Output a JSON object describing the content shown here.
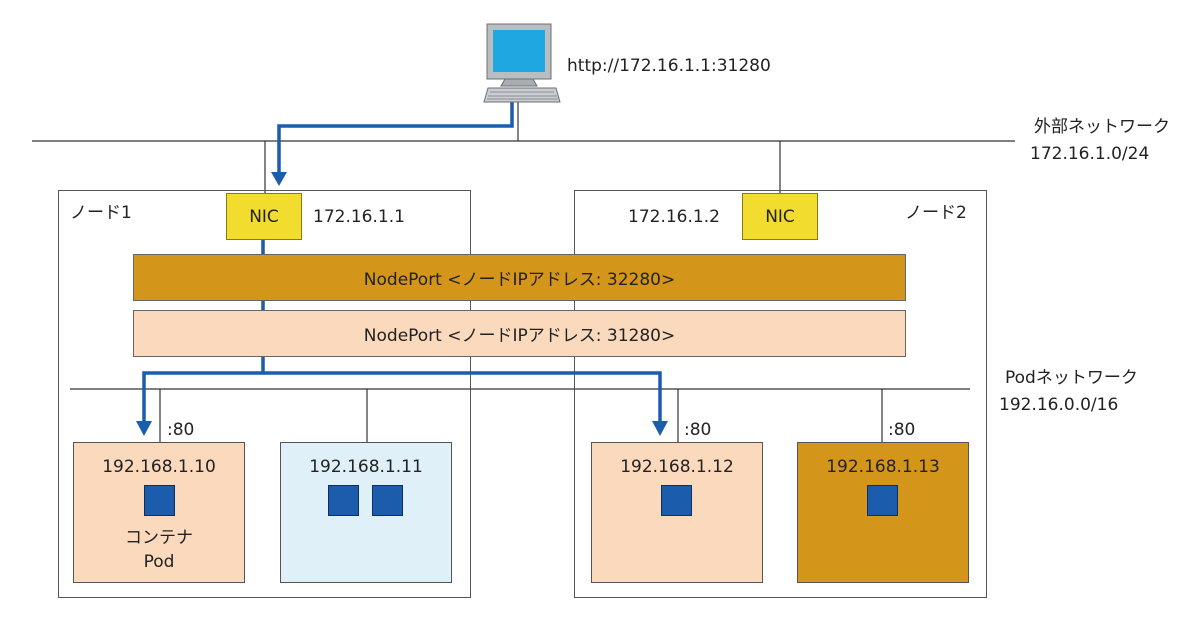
{
  "client": {
    "url": "http://172.16.1.1:31280"
  },
  "external_network": {
    "name": "外部ネットワーク",
    "cidr": "172.16.1.0/24"
  },
  "pod_network": {
    "name": "Podネットワーク",
    "cidr": "192.16.0.0/16"
  },
  "node1": {
    "name": "ノード1",
    "nic_label": "NIC",
    "ip": "172.16.1.1"
  },
  "node2": {
    "name": "ノード2",
    "nic_label": "NIC",
    "ip": "172.16.1.2"
  },
  "nodeports": [
    {
      "label": "NodePort <ノードIPアドレス: 32280>"
    },
    {
      "label": "NodePort <ノードIPアドレス: 31280>"
    }
  ],
  "pods": [
    {
      "ip": "192.168.1.10",
      "port": ":80",
      "container_label": "コンテナ",
      "pod_label": "Pod"
    },
    {
      "ip": "192.168.1.11"
    },
    {
      "ip": "192.168.1.12",
      "port": ":80"
    },
    {
      "ip": "192.168.1.13",
      "port": ":80"
    }
  ],
  "colors": {
    "nic": "#f2dc2e",
    "nodeport_32280": "#d4961a",
    "nodeport_31280": "#fad9bc",
    "pod_peach": "#fad9bc",
    "pod_lightblue": "#dff0f9",
    "pod_gold": "#d4961a",
    "container": "#1c5cad",
    "traffic_path": "#1c5cad"
  }
}
